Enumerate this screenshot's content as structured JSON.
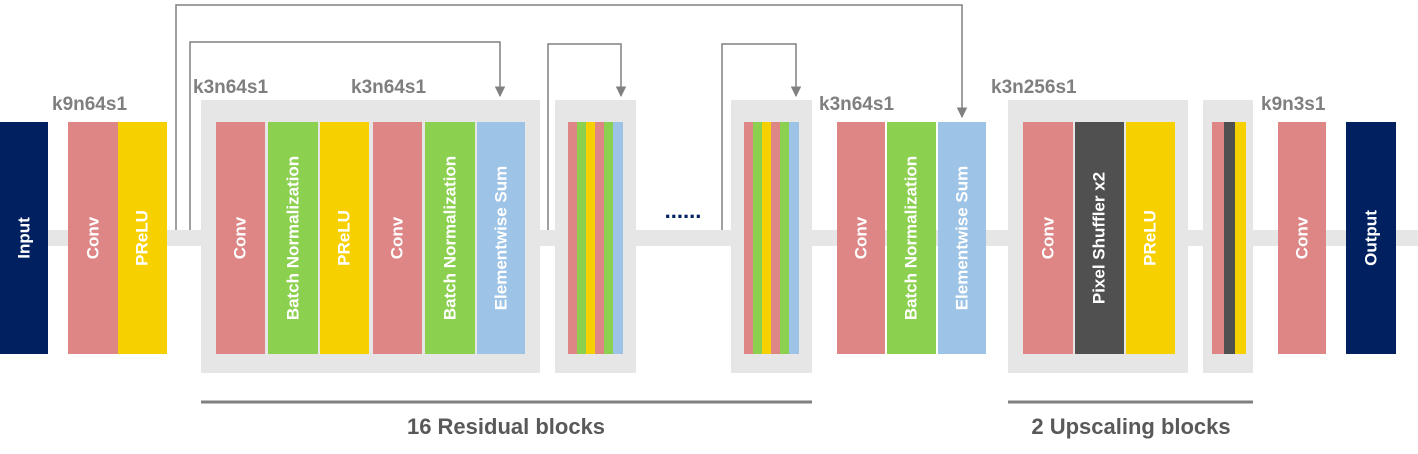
{
  "colors": {
    "conv": "#de8585",
    "prelu": "#f7d000",
    "batch_norm": "#8bd04f",
    "elementwise_sum": "#9dc3e6",
    "pixel_shuffler": "#505050",
    "io_block": "#002060",
    "panel": "#e6e6e6",
    "connector": "#808080",
    "param_text": "#7f7f7f",
    "caption_text": "#595959"
  },
  "io": {
    "input": "Input",
    "output": "Output"
  },
  "layers": {
    "conv": "Conv",
    "prelu": "PReLU",
    "batch_norm": "Batch Normalization",
    "elementwise_sum": "Elementwise Sum",
    "pixel_shuffler": "Pixel Shuffler x2"
  },
  "params": {
    "first": "k9n64s1",
    "res_conv1": "k3n64s1",
    "res_conv2": "k3n64s1",
    "post_res": "k3n64s1",
    "upscale": "k3n256s1",
    "final": "k9n3s1"
  },
  "ellipsis": "......",
  "captions": {
    "residual": "16 Residual blocks",
    "upscaling": "2 Upscaling blocks"
  }
}
